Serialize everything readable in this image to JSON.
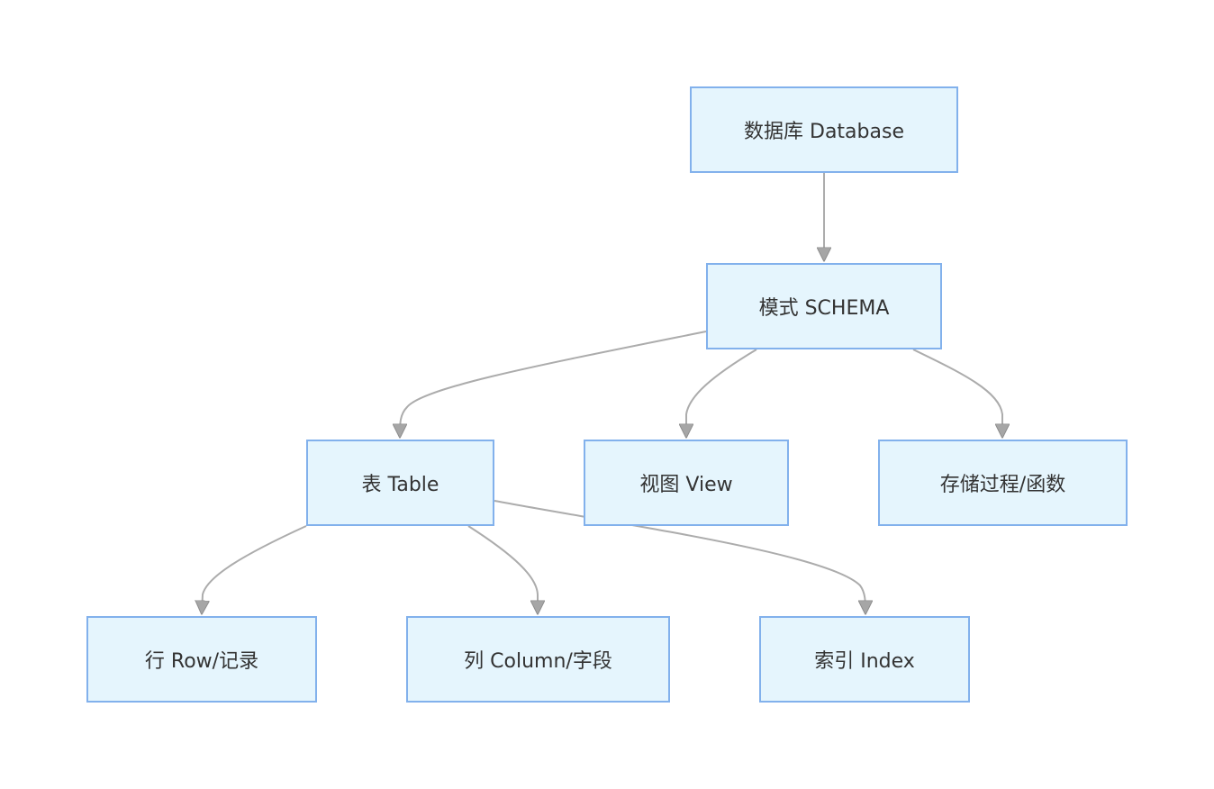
{
  "diagram": {
    "nodes": {
      "database": "数据库 Database",
      "schema": "模式 SCHEMA",
      "table": "表 Table",
      "view": "视图 View",
      "procedure": "存储过程/函数",
      "row": "行 Row/记录",
      "column": "列 Column/字段",
      "index": "索引 Index"
    },
    "edges": [
      {
        "from": "database",
        "to": "schema"
      },
      {
        "from": "schema",
        "to": "table"
      },
      {
        "from": "schema",
        "to": "view"
      },
      {
        "from": "schema",
        "to": "procedure"
      },
      {
        "from": "table",
        "to": "row"
      },
      {
        "from": "table",
        "to": "column"
      },
      {
        "from": "table",
        "to": "index"
      }
    ],
    "colors": {
      "node_fill": "#e5f5fd",
      "node_border": "#82b1ec",
      "edge": "#acacac",
      "text": "#333333"
    }
  }
}
